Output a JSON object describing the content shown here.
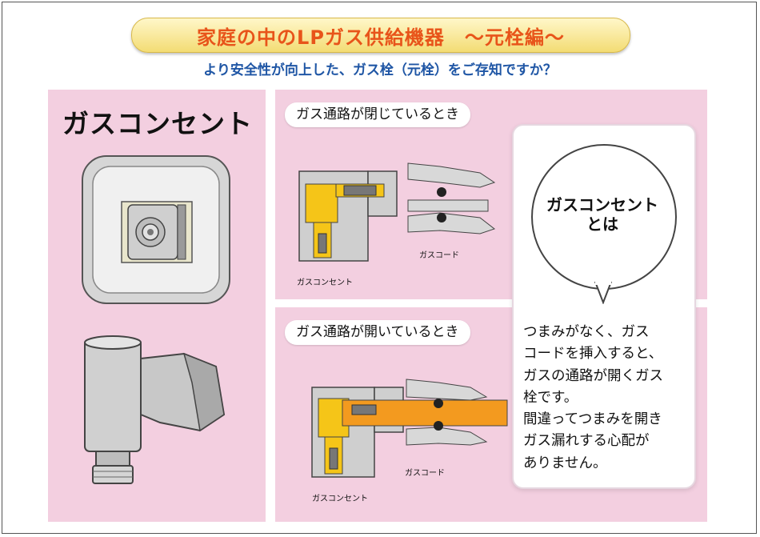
{
  "title": "家庭の中のLPガス供給機器　～元栓編～",
  "subtitle": "より安全性が向上した、ガス栓（元栓）をご存知ですか？",
  "left_panel": {
    "heading": "ガスコンセント"
  },
  "closed_panel": {
    "tag": "ガス通路が閉じているとき",
    "label_outlet": "ガスコンセント",
    "label_cord": "ガスコード"
  },
  "open_panel": {
    "tag": "ガス通路が開いているとき",
    "label_outlet": "ガスコンセント",
    "label_cord": "ガスコード"
  },
  "bubble": {
    "circle_line1": "ガスコンセント",
    "circle_line2": "とは",
    "desc_lines": [
      "つまみがなく、ガス",
      "コードを挿入すると、",
      "ガスの通路が開くガス",
      "栓です。",
      "間違ってつまみを開き",
      "ガス漏れする心配が",
      "ありません。"
    ]
  },
  "colors": {
    "title_orange": "#e8541a",
    "subtitle_blue": "#1f56a5",
    "panel_pink": "#f3cfe0",
    "gas_yellow": "#f5c518",
    "gas_orange": "#f39a1f"
  }
}
